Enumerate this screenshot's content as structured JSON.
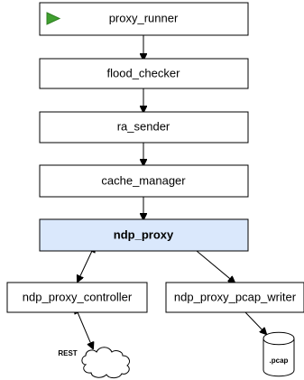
{
  "diagram": {
    "nodes": {
      "proxy_runner": "proxy_runner",
      "flood_checker": "flood_checker",
      "ra_sender": "ra_sender",
      "cache_manager": "cache_manager",
      "ndp_proxy": "ndp_proxy",
      "ndp_proxy_controller": "ndp_proxy_controller",
      "ndp_proxy_pcap_writer": "ndp_proxy_pcap_writer"
    },
    "external": {
      "rest": "REST",
      "pcap": ".pcap"
    },
    "icons": {
      "play": "play-icon",
      "cloud": "cloud-icon",
      "storage": "database-icon"
    },
    "colors": {
      "highlight_fill": "#dae8fc",
      "play_icon": "#3f9f2f"
    }
  }
}
